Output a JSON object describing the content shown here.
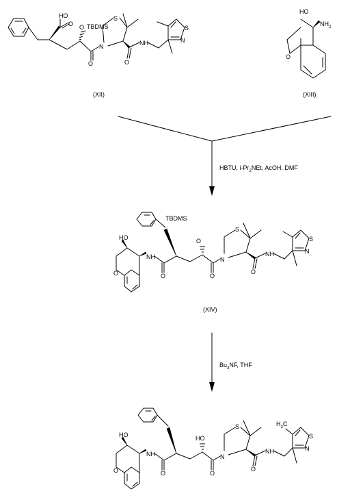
{
  "compounds": {
    "xii": {
      "label": "(XII)",
      "atoms": {
        "ho": "HO",
        "o_acid": "O",
        "o_tbdms": "O",
        "tbdms": "TBDMS",
        "s": "S",
        "n_ring": "N",
        "o_amide1": "O",
        "o_amide2": "O",
        "nh": "N",
        "h": "H",
        "s_iso": "S",
        "n_iso": "N"
      }
    },
    "xiii": {
      "label": "(XIII)",
      "atoms": {
        "ho": "HO",
        "nh2": "NH",
        "nh2_sub": "2",
        "o_ring": "O"
      }
    },
    "xiv": {
      "label": "(XIV)",
      "atoms": {
        "ho": "HO",
        "o_ring": "O",
        "nh_left": "N",
        "h_left": "H",
        "o_amide_left": "O",
        "tbdms": "TBDMS",
        "o_tbdms": "O",
        "s": "S",
        "n_ring": "N",
        "o_amide1": "O",
        "o_amide2": "O",
        "nh": "N",
        "h": "H",
        "s_iso": "S",
        "n_iso": "N"
      }
    },
    "product": {
      "atoms": {
        "ho": "HO",
        "o_ring": "O",
        "nh_left": "N",
        "h_left": "H",
        "o_amide_left": "O",
        "ho_mid": "HO",
        "s": "S",
        "n_ring": "N",
        "o_amide1": "O",
        "o_amide2": "O",
        "nh": "N",
        "h": "H",
        "h3c": "H",
        "h3c_sub": "3",
        "h3c_c": "C",
        "s_iso": "S",
        "n_iso": "N"
      }
    }
  },
  "reactions": {
    "step1": {
      "reagents_parts": [
        "HBTU, i-Pr",
        "2",
        "NEt, AcOH, DMF"
      ]
    },
    "step2": {
      "reagents_parts": [
        "Bu",
        "4",
        "NF, THF"
      ]
    }
  }
}
